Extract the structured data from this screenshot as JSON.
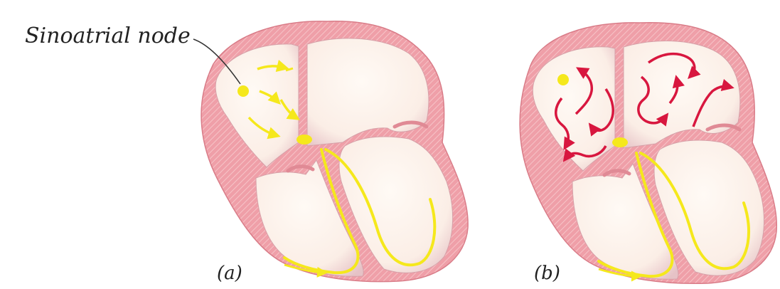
{
  "labels": {
    "node_label": "Sinoatrial node",
    "panel_a": "(a)",
    "panel_b": "(b)"
  },
  "colors": {
    "wall": "#ef9fa8",
    "wall_stripe": "#f6c4c8",
    "wall_edge": "#d97c88",
    "chamber_fill": "#fdf5ee",
    "chamber_shade": "#e8c7c9",
    "conduction": "#f5e81c",
    "chaotic_arrow": "#d8173f",
    "text": "#222222"
  },
  "icons": {
    "node_dot": "sinoatrial-node-dot",
    "impulse_arrow": "yellow-impulse-arrow",
    "fibrillation_arrow": "red-chaotic-arrow"
  }
}
